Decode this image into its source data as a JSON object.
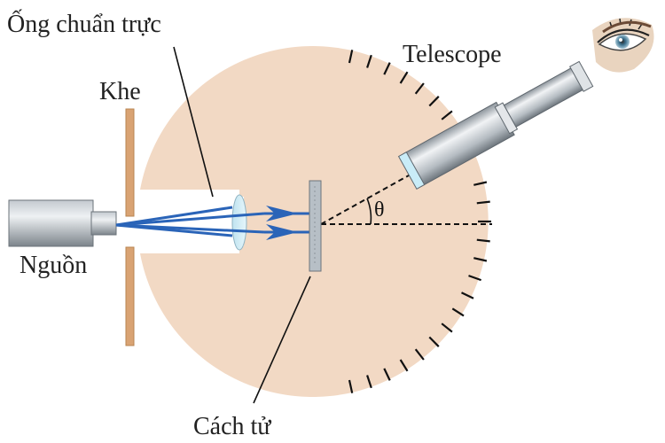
{
  "labels": {
    "collimator": "Ống chuẩn trực",
    "slit": "Khe",
    "source": "Nguồn",
    "telescope": "Telescope",
    "grating": "Cách tử",
    "angle": "θ"
  },
  "colors": {
    "table": "#f2d9c4",
    "slit_plate": "#d9a373",
    "beam": "#2a64b8",
    "metal_light": "#dfe2e5",
    "metal_dark": "#7e868d",
    "line": "#111111"
  },
  "icons": {
    "eye": "eye-icon"
  }
}
